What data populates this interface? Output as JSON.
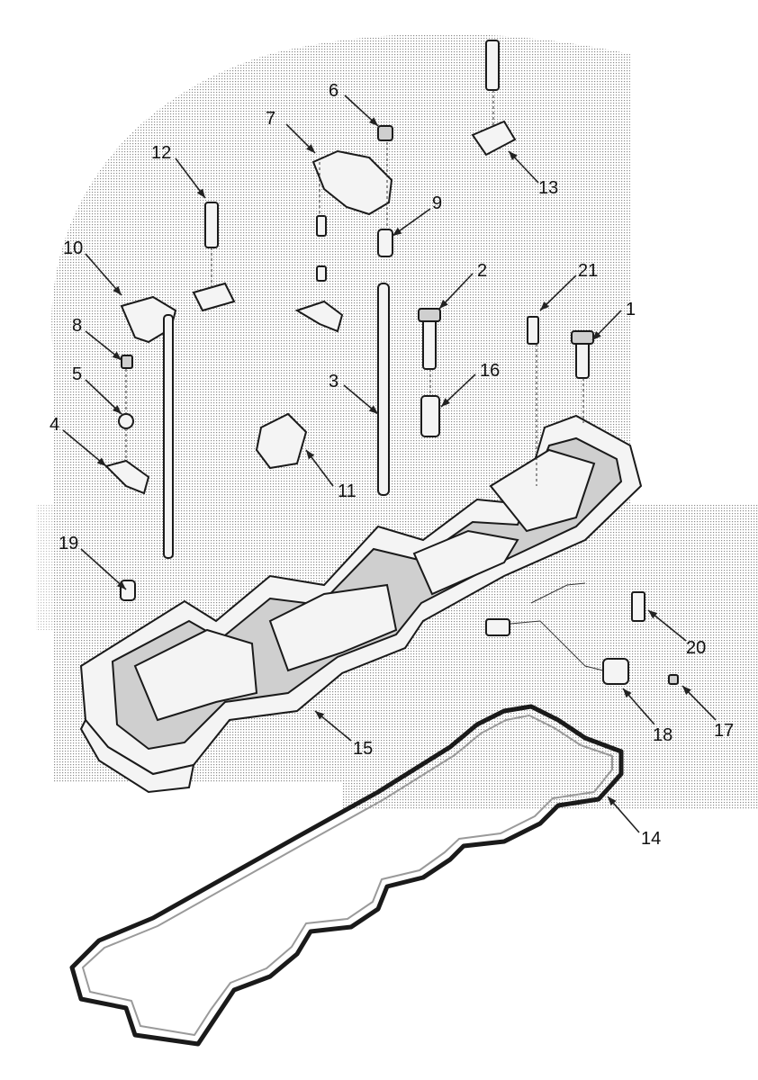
{
  "callouts": [
    {
      "id": "1",
      "label": "1"
    },
    {
      "id": "2",
      "label": "2"
    },
    {
      "id": "3",
      "label": "3"
    },
    {
      "id": "4",
      "label": "4"
    },
    {
      "id": "5",
      "label": "5"
    },
    {
      "id": "6",
      "label": "6"
    },
    {
      "id": "7",
      "label": "7"
    },
    {
      "id": "8",
      "label": "8"
    },
    {
      "id": "9",
      "label": "9"
    },
    {
      "id": "10",
      "label": "10"
    },
    {
      "id": "11",
      "label": "11"
    },
    {
      "id": "12",
      "label": "12"
    },
    {
      "id": "13",
      "label": "13"
    },
    {
      "id": "14",
      "label": "14"
    },
    {
      "id": "15",
      "label": "15"
    },
    {
      "id": "16",
      "label": "16"
    },
    {
      "id": "17",
      "label": "17"
    },
    {
      "id": "18",
      "label": "18"
    },
    {
      "id": "19",
      "label": "19"
    },
    {
      "id": "20",
      "label": "20"
    },
    {
      "id": "21",
      "label": "21"
    }
  ],
  "colors": {
    "stipple": "#d9d9d9",
    "line": "#1a1a1a",
    "background": "#ffffff"
  }
}
